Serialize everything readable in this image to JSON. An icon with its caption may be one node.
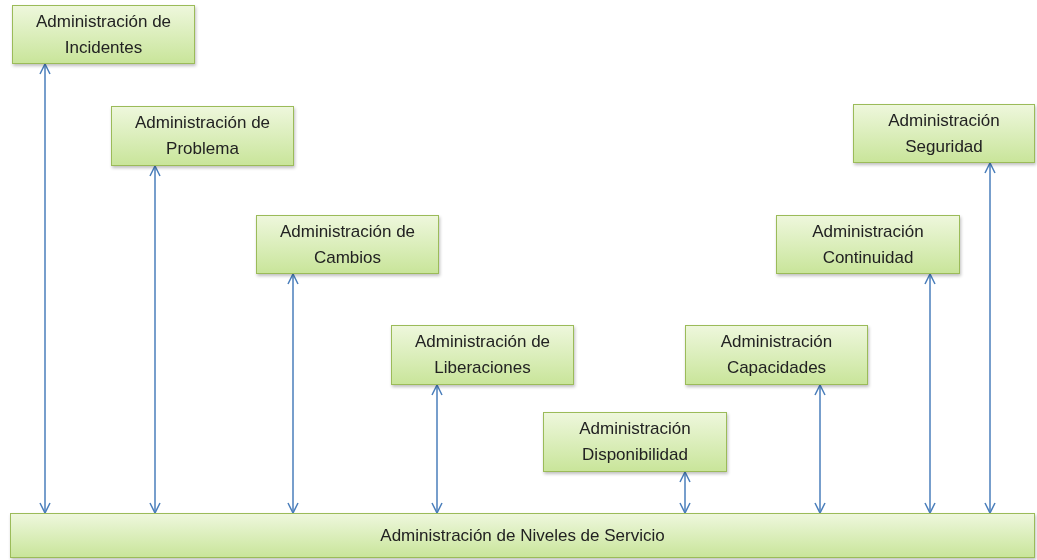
{
  "diagram": {
    "nodes": [
      {
        "text": [
          "Administración de Incidentes"
        ]
      },
      {
        "text": [
          "Administración de Problema"
        ]
      },
      {
        "text": [
          "Administración de Cambios"
        ]
      },
      {
        "text": [
          "Administración de Liberaciones"
        ]
      },
      {
        "text": [
          "Administración Disponibilidad"
        ]
      },
      {
        "text": [
          "Administración Capacidades"
        ]
      },
      {
        "text": [
          "Administración Continuidad"
        ]
      },
      {
        "text": [
          "Administración Seguridad"
        ]
      },
      {
        "text": [
          "Administración de Niveles de Servicio"
        ]
      }
    ],
    "edges": [
      {
        "from": 0,
        "to": 8,
        "arrow": "both"
      },
      {
        "from": 1,
        "to": 8,
        "arrow": "both"
      },
      {
        "from": 2,
        "to": 8,
        "arrow": "both"
      },
      {
        "from": 3,
        "to": 8,
        "arrow": "both"
      },
      {
        "from": 4,
        "to": 8,
        "arrow": "both"
      },
      {
        "from": 5,
        "to": 8,
        "arrow": "both"
      },
      {
        "from": 6,
        "to": 8,
        "arrow": "both"
      },
      {
        "from": 7,
        "to": 8,
        "arrow": "both"
      }
    ]
  }
}
